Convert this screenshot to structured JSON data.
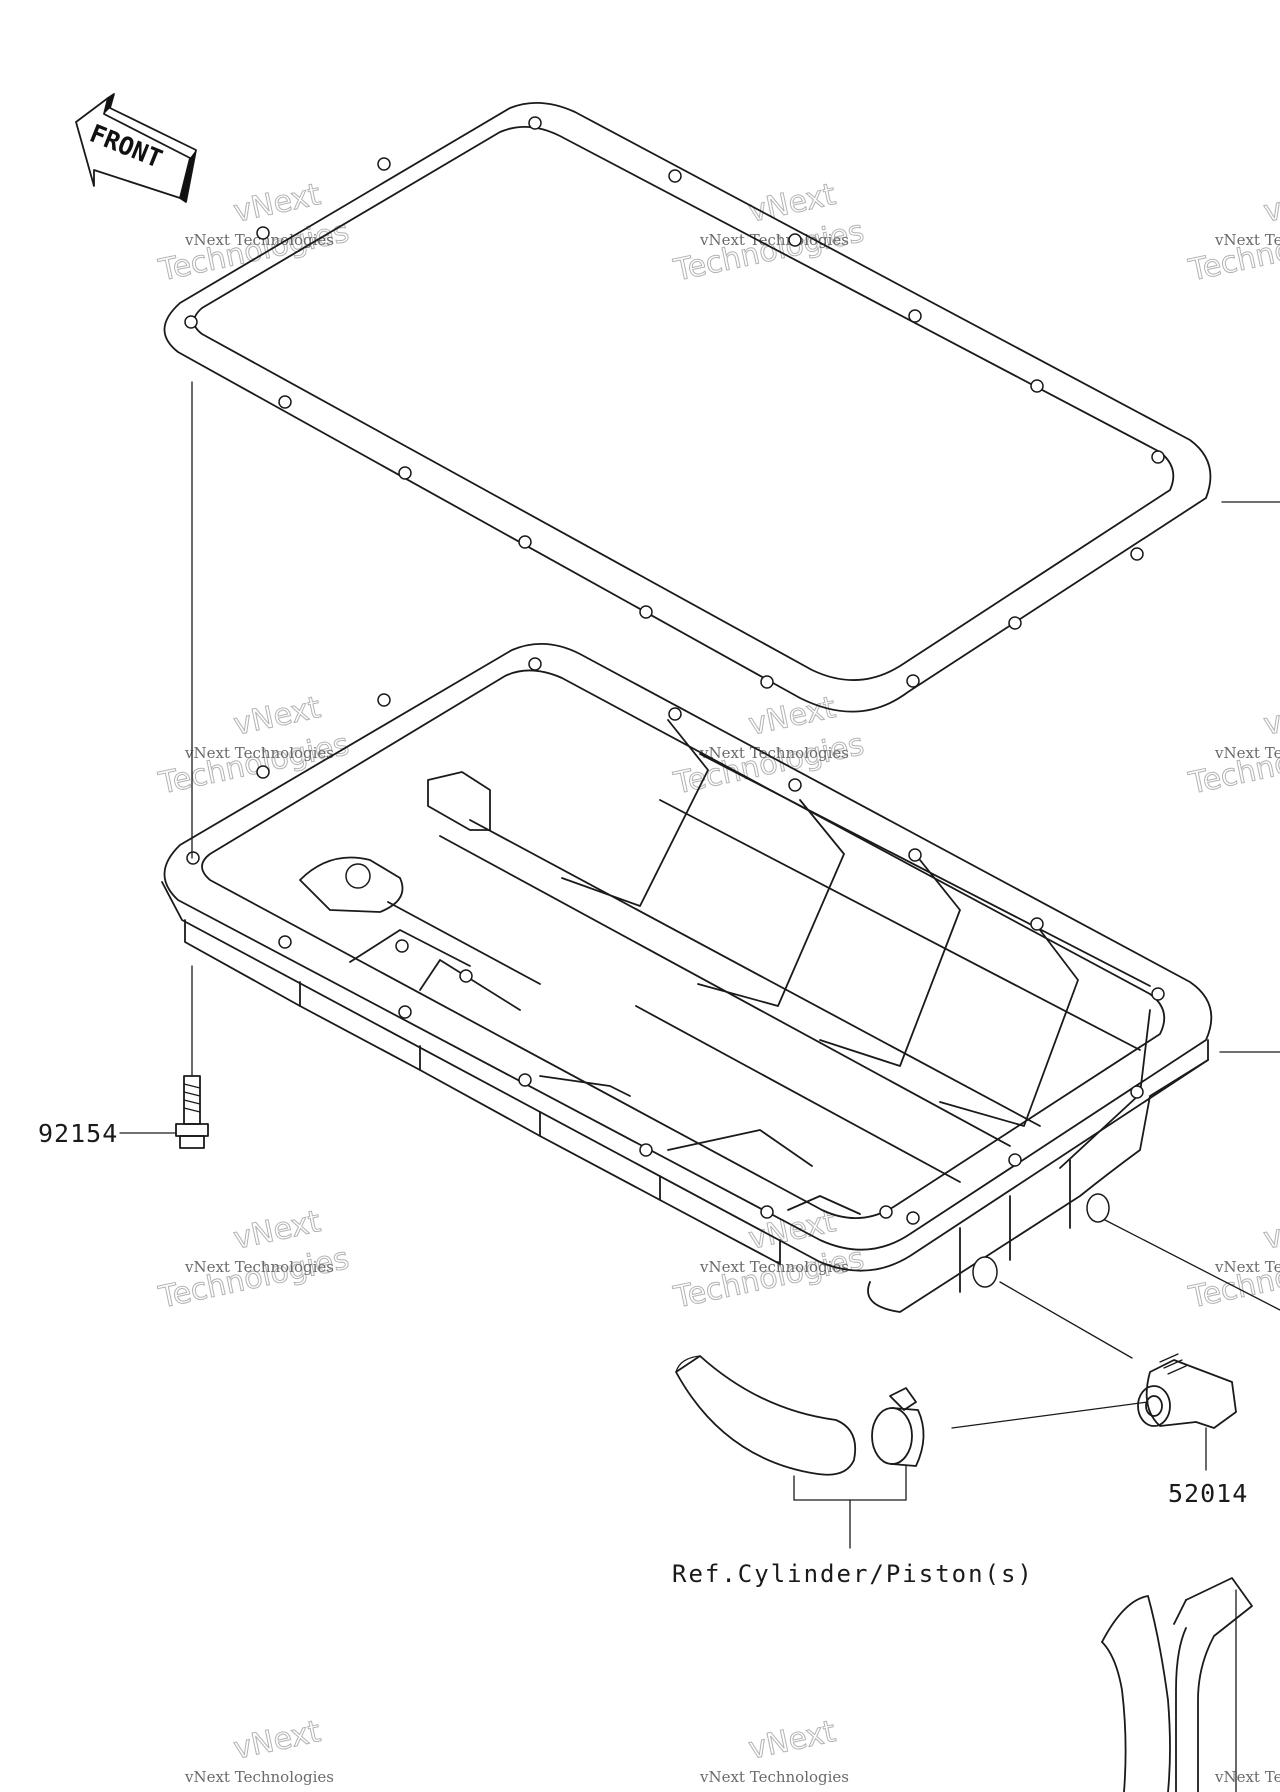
{
  "diagram": {
    "front_label": "FRONT",
    "parts": [
      {
        "id": "bolt",
        "label": "92154"
      },
      {
        "id": "fitting",
        "label": "52014"
      }
    ],
    "reference_label": "Ref.Cylinder/Piston(s)",
    "watermark": {
      "line1": "vNext Technologies",
      "line2": "vNext",
      "line3": "Technologies"
    }
  }
}
